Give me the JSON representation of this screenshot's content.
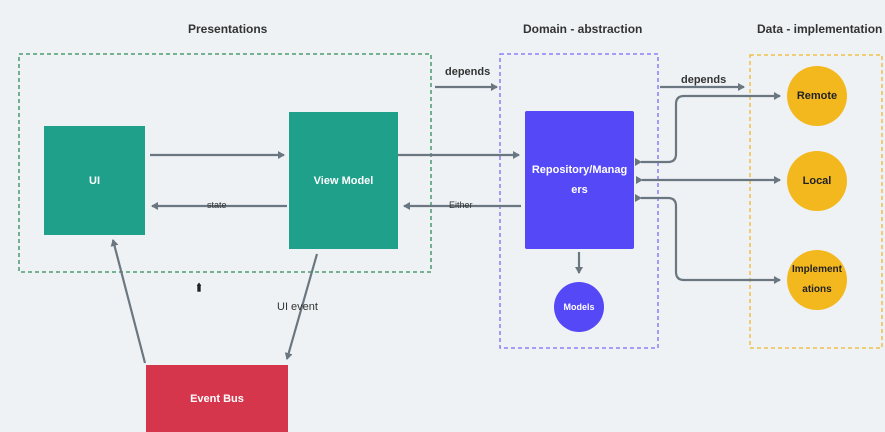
{
  "sections": {
    "presentations": "Presentations",
    "domain": "Domain - abstraction",
    "data": "Data - implementation"
  },
  "nodes": {
    "ui": "UI",
    "view_model": "View Model",
    "repository": "Repository/Managers",
    "models": "Models",
    "event_bus": "Event Bus",
    "remote": "Remote",
    "local": "Local",
    "implementations": "Implementations"
  },
  "edges": {
    "state": "state",
    "either": "Either",
    "ui_event": "UI event",
    "depends_left": "depends",
    "depends_right": "depends"
  },
  "colors": {
    "teal": "#1fa08b",
    "purple": "#5548f7",
    "red": "#d6364b",
    "yellow": "#f4b81f",
    "arrow": "#6b7780",
    "green_dash": "#2e8b57",
    "purple_dash": "#7b6cf6",
    "yellow_dash": "#f0b62b"
  }
}
